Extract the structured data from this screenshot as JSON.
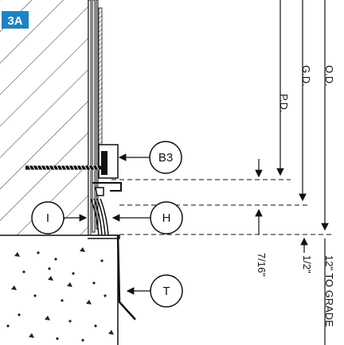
{
  "figure": {
    "badge": {
      "label": "3A",
      "color": "#1d83c3"
    },
    "callouts": {
      "b3": "B3",
      "h": "H",
      "i": "I",
      "t": "T"
    },
    "dimensions": {
      "pd": "P.D.",
      "gd": "G.D.",
      "od": "O.D.",
      "d716": "7/16\"",
      "d12": "1/2\"",
      "grade": "12\" TO GRADE"
    }
  }
}
